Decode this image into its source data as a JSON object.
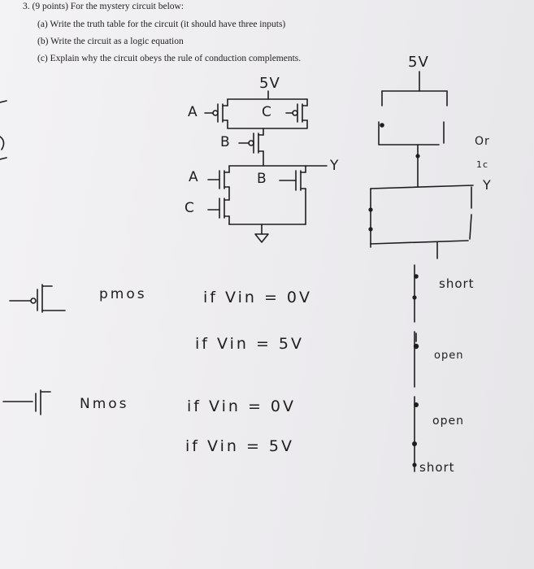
{
  "question": {
    "number_points": "3. (9 points)",
    "prompt": "For the mystery circuit below:",
    "part_a": "(a) Write the truth table for the circuit (it should have three inputs)",
    "part_b": "(b) Write the circuit as a logic equation",
    "part_c": "(c) Explain why the circuit obeys the rule of conduction complements."
  },
  "circuit": {
    "supply": "5V",
    "input_a_top": "A",
    "input_c_top": "C",
    "input_b_mid": "B",
    "output": "Y",
    "input_a_bot": "A",
    "input_b_bot": "B",
    "input_c_bot": "C"
  },
  "notes": {
    "pmos_label": "pmos",
    "pmos_rule_1": "if Vin = 0V",
    "pmos_rule_2": "if Vin = 5V",
    "nmos_label": "Nmos",
    "nmos_rule_1": "if Vin = 0V",
    "nmos_rule_2": "if Vin = 5V"
  },
  "right_sketch": {
    "supply": "5V",
    "or_note": "Or",
    "or_note_2": "1c",
    "output": "Y",
    "state_1": "short",
    "state_2": "open",
    "state_3": "open",
    "state_4": "short"
  }
}
